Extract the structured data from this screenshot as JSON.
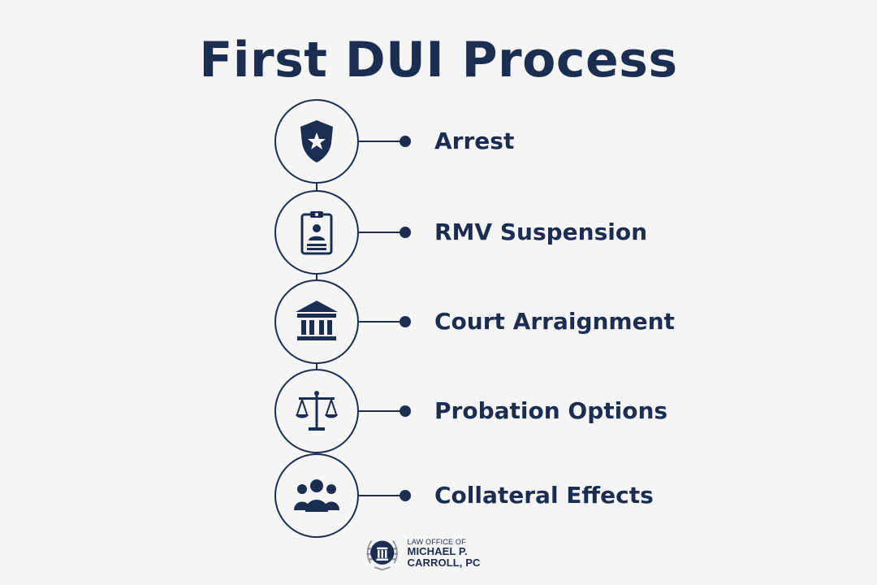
{
  "title": "First DUI Process",
  "steps": [
    {
      "label": "Arrest",
      "icon": "police-badge-icon"
    },
    {
      "label": "RMV Suspension",
      "icon": "id-clipboard-icon"
    },
    {
      "label": "Court Arraignment",
      "icon": "courthouse-icon"
    },
    {
      "label": "Probation Options",
      "icon": "scales-of-justice-icon"
    },
    {
      "label": "Collateral Effects",
      "icon": "group-of-people-icon"
    }
  ],
  "logo": {
    "line1": "LAW OFFICE OF",
    "line2": "MICHAEL P. CARROLL, PC",
    "icon": "laurel-column-icon"
  },
  "colors": {
    "primary": "#1c2d52",
    "background": "#f5f5f6"
  }
}
